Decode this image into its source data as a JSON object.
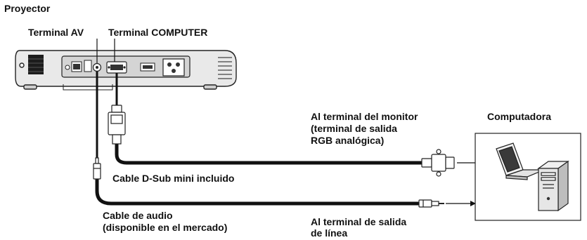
{
  "projector": {
    "title": "Proyector",
    "av_terminal_label": "Terminal AV",
    "computer_terminal_label": "Terminal COMPUTER"
  },
  "computer": {
    "title": "Computadora"
  },
  "monitor_output": {
    "line1": "Al terminal del monitor",
    "line2": "(terminal de salida",
    "line3": "RGB analógica)"
  },
  "dsub_cable": {
    "label": "Cable D-Sub mini incluido"
  },
  "audio_cable": {
    "line1": "Cable de audio",
    "line2": "(disponible en el mercado)"
  },
  "line_output": {
    "line1": "Al terminal de salida",
    "line2": "de línea"
  },
  "colors": {
    "cable": "#111111",
    "outline": "#222222",
    "projector_body": "#e9e9e9",
    "panel": "#d4d4d4"
  },
  "icons": [
    "projector-illustration",
    "laptop-icon",
    "desktop-tower-icon",
    "dsub-connector-icon",
    "audio-plug-icon",
    "arrow-right-icon"
  ]
}
